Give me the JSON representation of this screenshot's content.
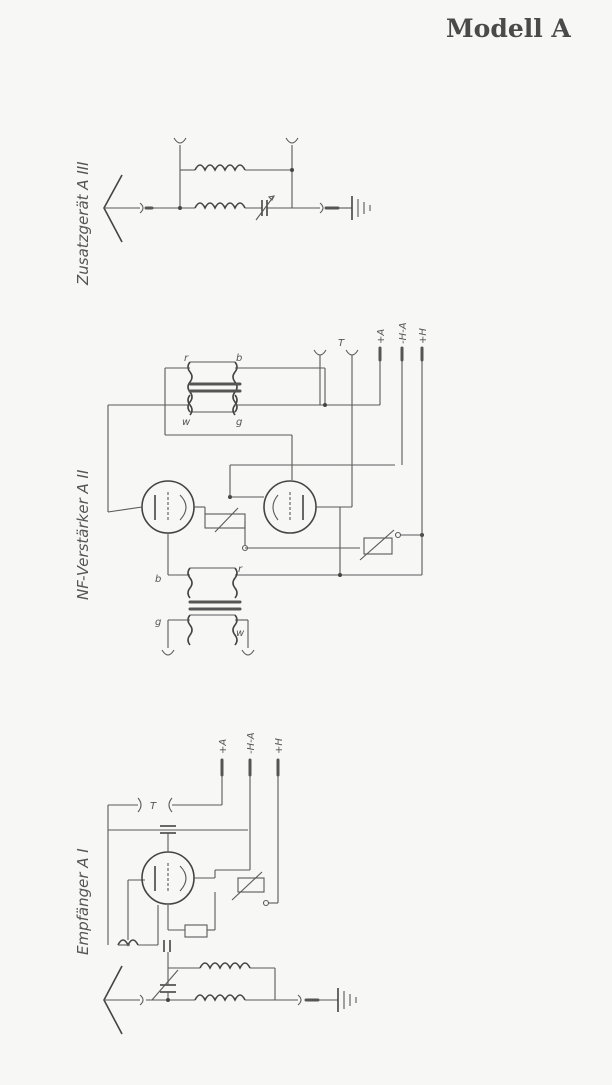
{
  "title": "Modell A",
  "sections": {
    "empfaenger": "Empfänger A I",
    "verstaerker": "NF-Verstärker A II",
    "zusatz": "Zusatzgerät A III"
  },
  "terminals": {
    "plus_a": "+A",
    "minus_ha": "-H-A",
    "plus_h": "+H"
  },
  "jack_label": "T",
  "winding": {
    "r": "r",
    "b": "b",
    "w": "w",
    "g": "g"
  }
}
